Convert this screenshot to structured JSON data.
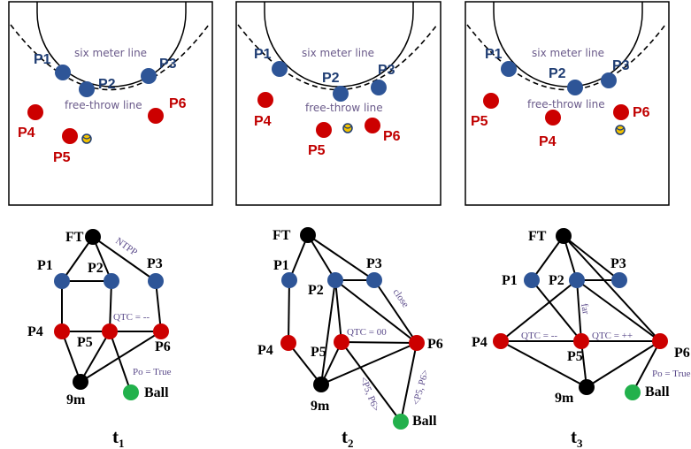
{
  "colors": {
    "blue_player": "#2e5597",
    "red_player": "#cc0000",
    "black_node": "#000000",
    "green_ball": "#22b14c",
    "court_line": "#000000",
    "label_purple": "#5a4a8a"
  },
  "court_text": {
    "six_meter": "six meter line",
    "free_throw": "free-throw line"
  },
  "panels": [
    {
      "time": {
        "base": "t",
        "sub": "1"
      },
      "players": {
        "P1": "P1",
        "P2": "P2",
        "P3": "P3",
        "P4": "P4",
        "P5": "P5",
        "P6": "P6"
      },
      "graph_nodes": {
        "FT": "FT",
        "P1": "P1",
        "P2": "P2",
        "P3": "P3",
        "P4": "P4",
        "P5": "P5",
        "P6": "P6",
        "nine_m": "9m",
        "Ball": "Ball"
      },
      "edge_labels": {
        "ntpp": "NTPP",
        "qtc": "QTC = --",
        "po": "Po = True"
      }
    },
    {
      "time": {
        "base": "t",
        "sub": "2"
      },
      "players": {
        "P1": "P1",
        "P2": "P2",
        "P3": "P3",
        "P4": "P4",
        "P5": "P5",
        "P6": "P6"
      },
      "graph_nodes": {
        "FT": "FT",
        "P1": "P1",
        "P2": "P2",
        "P3": "P3",
        "P4": "P4",
        "P5": "P5",
        "P6": "P6",
        "nine_m": "9m",
        "Ball": "Ball"
      },
      "edge_labels": {
        "close": "close",
        "qtc": "QTC = 00",
        "p5p6_a": "<P5, P6>",
        "p5p6_b": "<P5, P6>"
      }
    },
    {
      "time": {
        "base": "t",
        "sub": "3"
      },
      "players": {
        "P1": "P1",
        "P2": "P2",
        "P3": "P3",
        "P4": "P4",
        "P5": "P5",
        "P6": "P6"
      },
      "graph_nodes": {
        "FT": "FT",
        "P1": "P1",
        "P2": "P2",
        "P3": "P3",
        "P4": "P4",
        "P5": "P5",
        "P6": "P6",
        "nine_m": "9m",
        "Ball": "Ball"
      },
      "edge_labels": {
        "far": "far",
        "qtc_left": "QTC = --",
        "qtc_right": "QTC = ++",
        "po": "Po = True"
      }
    }
  ]
}
